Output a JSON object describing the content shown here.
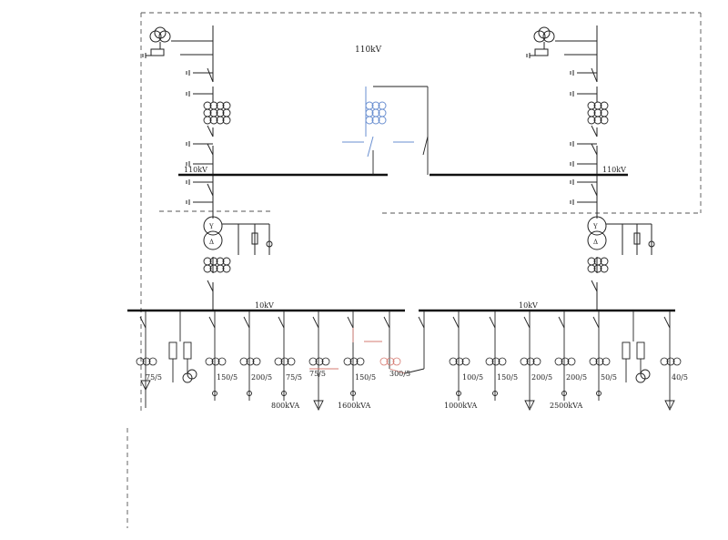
{
  "colors": {
    "line": "#222222",
    "dashed": "#555555",
    "highlight_blue": "#6a8fd0",
    "highlight_red": "#d67b72"
  },
  "labels": {
    "top_voltage": "110kV",
    "left_hv_bus": "110kV",
    "right_hv_bus": "110kV",
    "left_lv_bus": "10kV",
    "right_lv_bus": "10kV"
  },
  "feeders": {
    "left": [
      "75/5",
      "150/5",
      "200/5",
      "75/5",
      "75/5",
      "150/5",
      "300/5"
    ],
    "right": [
      "100/5",
      "150/5",
      "200/5",
      "200/5",
      "50/5",
      "40/5"
    ]
  },
  "capacities": {
    "l1": "800kVA",
    "l2": "1600kVA",
    "r1": "1000kVA",
    "r2": "2500kVA"
  },
  "icons": [
    "transformer-icon",
    "switch-icon",
    "ground-icon",
    "ct-icon",
    "arrester-icon",
    "fuse-icon"
  ]
}
